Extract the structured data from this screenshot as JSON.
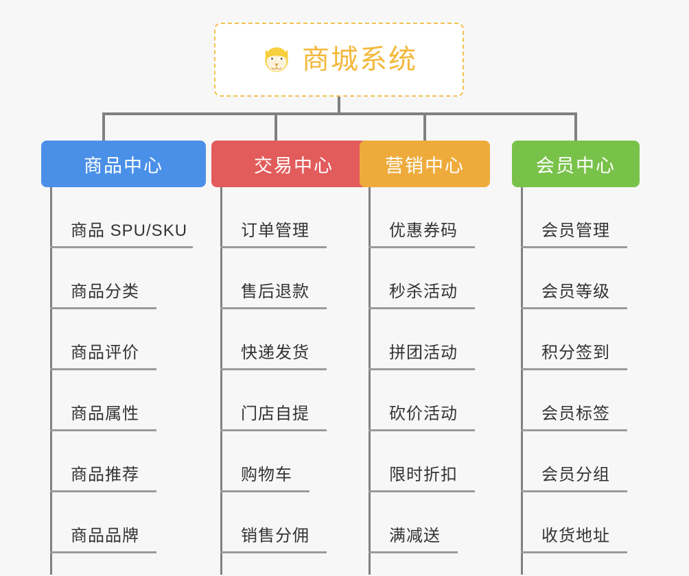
{
  "page": {
    "background_color": "#f7f7f7",
    "title": "商城系统"
  },
  "root": {
    "label": "商城系统",
    "icon": "shiba-dog-icon",
    "text_color": "#f3b83c",
    "border_color": "#f2c14e",
    "background_color": "#ffffff"
  },
  "branches": [
    {
      "label": "商品中心",
      "color": "#4a90e8",
      "leaves": [
        {
          "label": "商品 SPU/SKU"
        },
        {
          "label": "商品分类"
        },
        {
          "label": "商品评价"
        },
        {
          "label": "商品属性"
        },
        {
          "label": "商品推荐"
        },
        {
          "label": "商品品牌"
        }
      ]
    },
    {
      "label": "交易中心",
      "color": "#e25c5c",
      "leaves": [
        {
          "label": "订单管理"
        },
        {
          "label": "售后退款"
        },
        {
          "label": "快递发货"
        },
        {
          "label": "门店自提"
        },
        {
          "label": "购物车"
        },
        {
          "label": "销售分佣"
        }
      ]
    },
    {
      "label": "营销中心",
      "color": "#eeab3c",
      "leaves": [
        {
          "label": "优惠券码"
        },
        {
          "label": "秒杀活动"
        },
        {
          "label": "拼团活动"
        },
        {
          "label": "砍价活动"
        },
        {
          "label": "限时折扣"
        },
        {
          "label": "满减送"
        }
      ]
    },
    {
      "label": "会员中心",
      "color": "#79c24a",
      "leaves": [
        {
          "label": "会员管理"
        },
        {
          "label": "会员等级"
        },
        {
          "label": "积分签到"
        },
        {
          "label": "会员标签"
        },
        {
          "label": "会员分组"
        },
        {
          "label": "收货地址"
        }
      ]
    }
  ],
  "connector": {
    "color": "#808080",
    "leaf_underline_color": "#9a9a9a"
  }
}
